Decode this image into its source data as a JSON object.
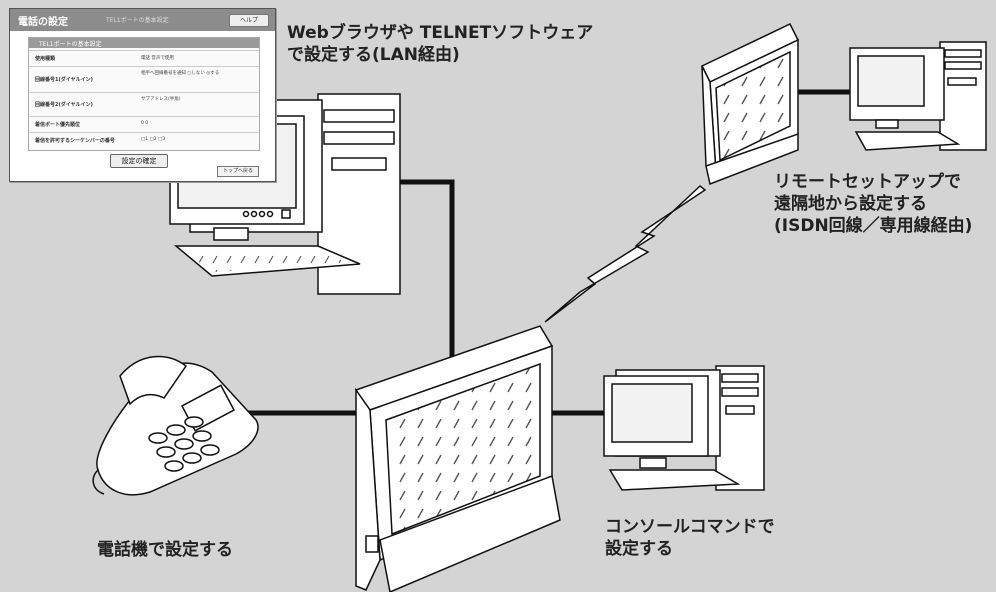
{
  "labels": {
    "web_line1": "Webブラウザや TELNETソフトウェア",
    "web_line2": "で設定する(LAN経由)",
    "remote_line1": "リモートセットアップで",
    "remote_line2": "遠隔地から設定する",
    "remote_line3": "(ISDN回線／専用線経由)",
    "phone": "電話機で設定する",
    "console_line1": "コンソールコマンドで",
    "console_line2": "設定する"
  },
  "settings_window": {
    "title": "電話の設定",
    "breadcrumb": "TEL1ポートの基本設定",
    "help_button": "ヘルプ",
    "panel_title": "TEL1ポートの基本設定",
    "rows": [
      {
        "label": "使用種類",
        "value": "電話 音声で使用"
      },
      {
        "label": "回線番号1(ダイヤルイン)",
        "value": "相手へ回線番号を通知 ○しない ◎する"
      },
      {
        "label": "回線番号2(ダイヤルイン)",
        "value": "サブアドレス(半角)"
      },
      {
        "label": "着信ポート優先順位",
        "value": "0 0"
      },
      {
        "label": "着信を許可するシーケンバーの番号",
        "value": "□1 □2 □3"
      }
    ],
    "confirm_button": "設定の確定",
    "top_button": "トップへ戻る"
  },
  "colors": {
    "background": "#d4d4d4",
    "line": "#111111",
    "device_fill": "#ffffff",
    "screen_fill": "#f2f2f2"
  }
}
